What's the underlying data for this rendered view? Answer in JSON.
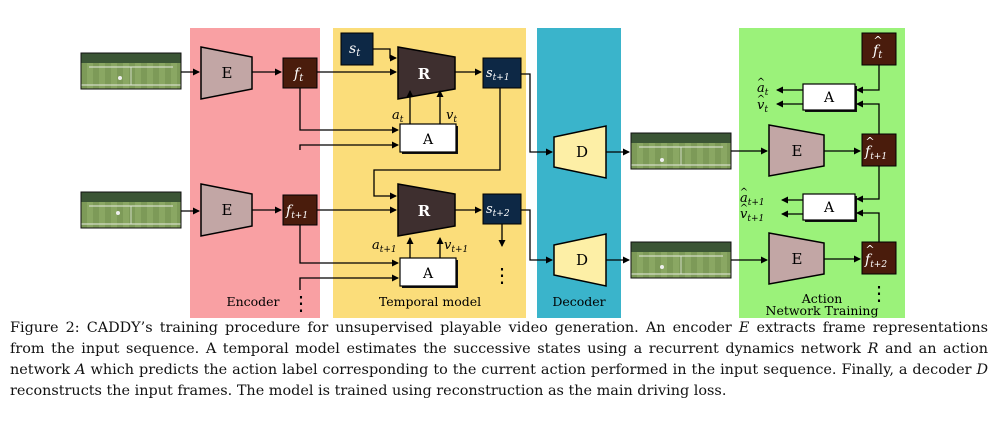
{
  "figure": {
    "regions": {
      "encoder": "Encoder",
      "temporal": "Temporal model",
      "decoder": "Decoder",
      "action_line1": "Action",
      "action_line2": "Network Training"
    },
    "blocks": {
      "encoder": "E",
      "dynamics": "R",
      "action": "A",
      "decoder": "D"
    },
    "symbols": {
      "f_t": "f",
      "f_t_sub": "t",
      "f_t1_sub": "t+1",
      "f_t2_sub": "t+2",
      "s": "s",
      "s_t_sub": "t",
      "s_t1_sub": "t+1",
      "s_t2_sub": "t+2",
      "a": "a",
      "v": "v",
      "hat": "^",
      "ellipsis": "⋮"
    },
    "colors": {
      "encoder_bg": "#F9A0A3",
      "temporal_bg": "#FBDD7A",
      "decoder_bg": "#3AB4CB",
      "action_bg": "#9BF27A",
      "encoder_block": "#C2A6A5",
      "feature_box": "#4A1C0C",
      "state_box": "#0D2845",
      "dynamics_block": "#3E2F2F",
      "decoder_block": "#FDEFA6"
    }
  },
  "caption": {
    "label": "Figure 2:",
    "p1": " CADDY’s training procedure for unsupervised playable video generation. An encoder ",
    "E": "E",
    "p2": " extracts frame representations from the input sequence. A temporal model estimates the successive states using a recurrent dynamics network ",
    "R": "R",
    "p3": " and an action network ",
    "A": "A",
    "p4": " which predicts the action label corresponding to the current action performed in the input sequence. Finally, a decoder ",
    "D": "D",
    "p5": " reconstructs the input frames. The model is trained using reconstruction as the main driving loss."
  }
}
